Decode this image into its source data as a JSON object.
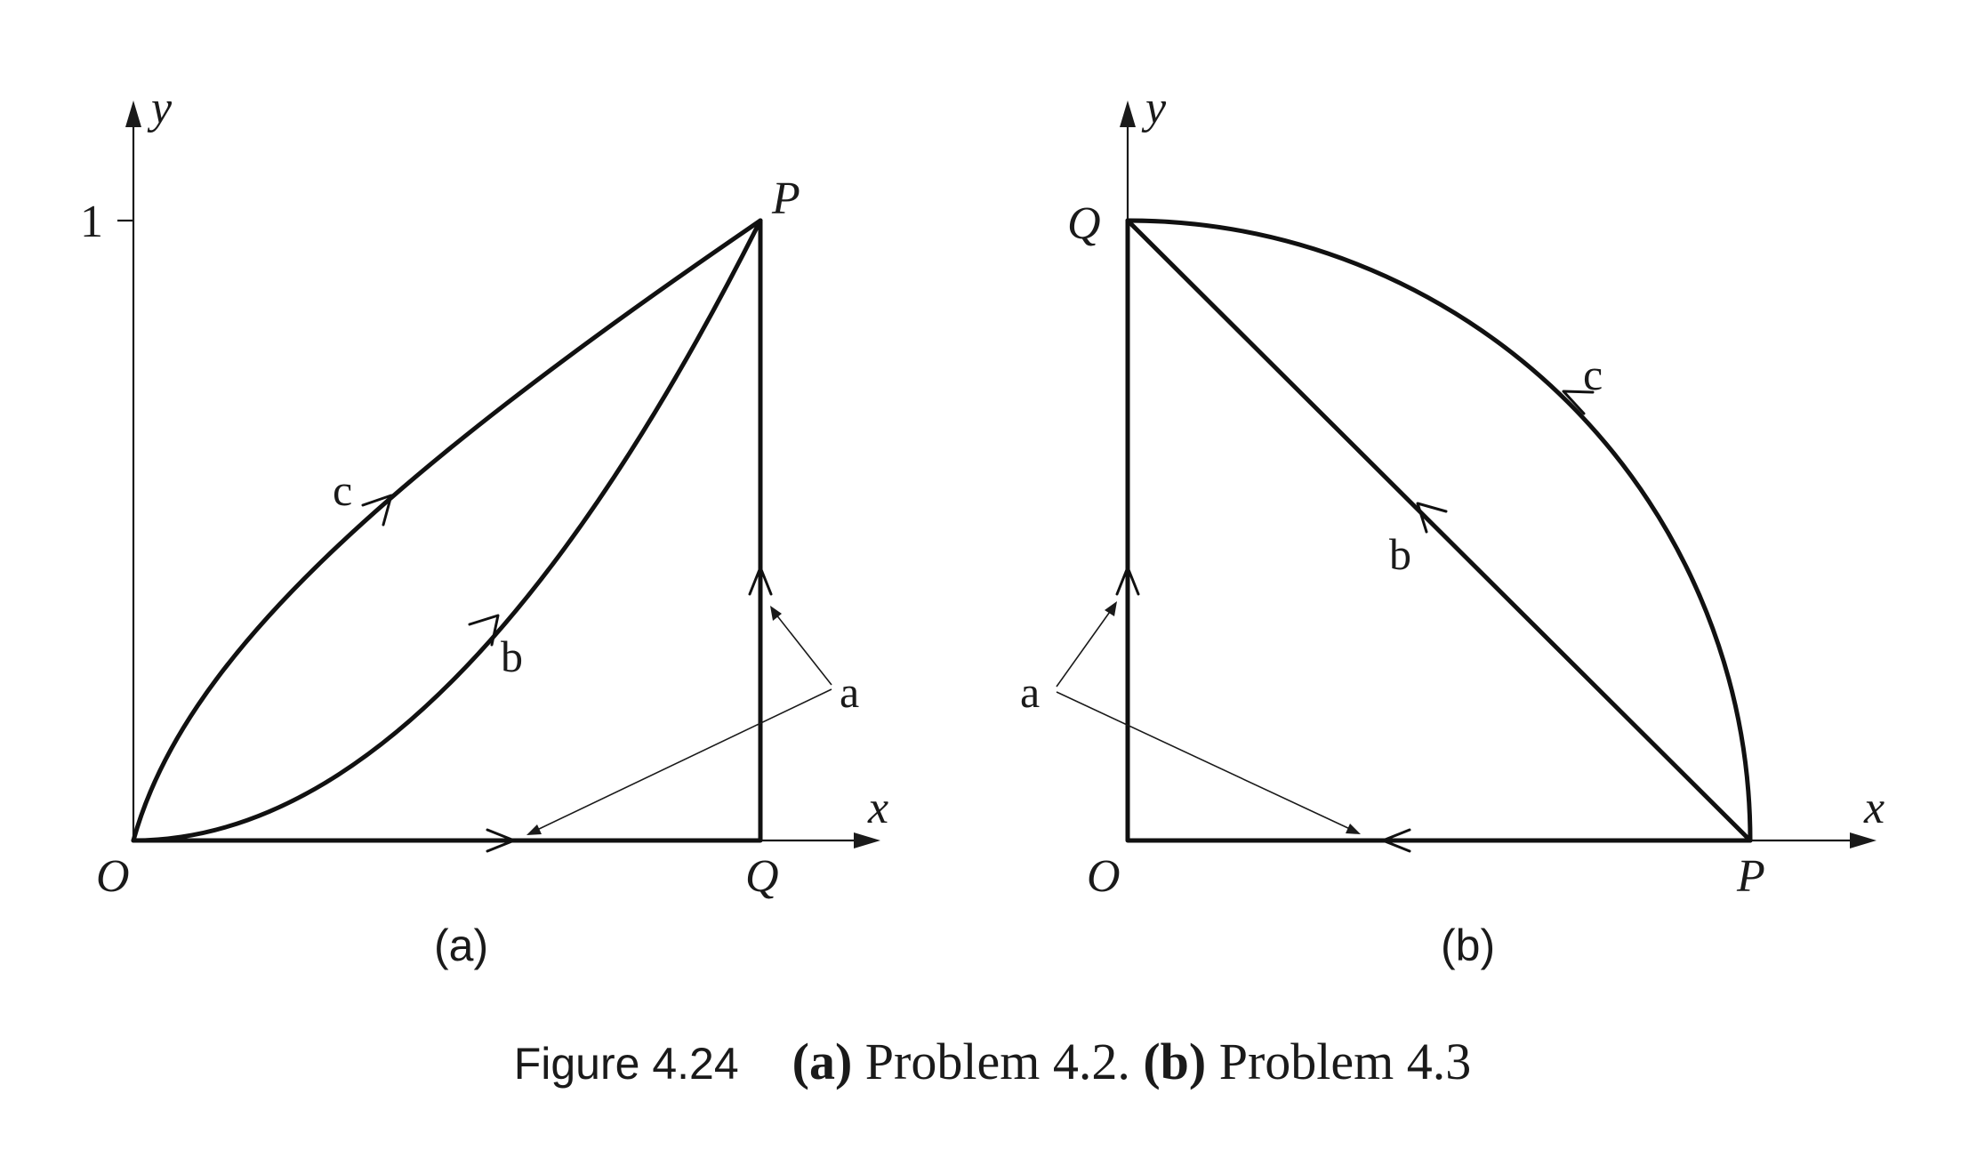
{
  "panel_a": {
    "sublabel": "(a)",
    "axis_x": "x",
    "axis_y": "y",
    "tick_1": "1",
    "point_O": "O",
    "point_P": "P",
    "point_Q": "Q",
    "path_a": "a",
    "path_b": "b",
    "path_c": "c"
  },
  "panel_b": {
    "sublabel": "(b)",
    "axis_x": "x",
    "axis_y": "y",
    "point_O": "O",
    "point_P": "P",
    "point_Q": "Q",
    "path_a": "a",
    "path_b": "b",
    "path_c": "c"
  },
  "caption": {
    "figure_number": "Figure 4.24",
    "a_marker": "(a)",
    "a_text": " Problem 4.2. ",
    "b_marker": "(b)",
    "b_text": " Problem 4.3"
  }
}
